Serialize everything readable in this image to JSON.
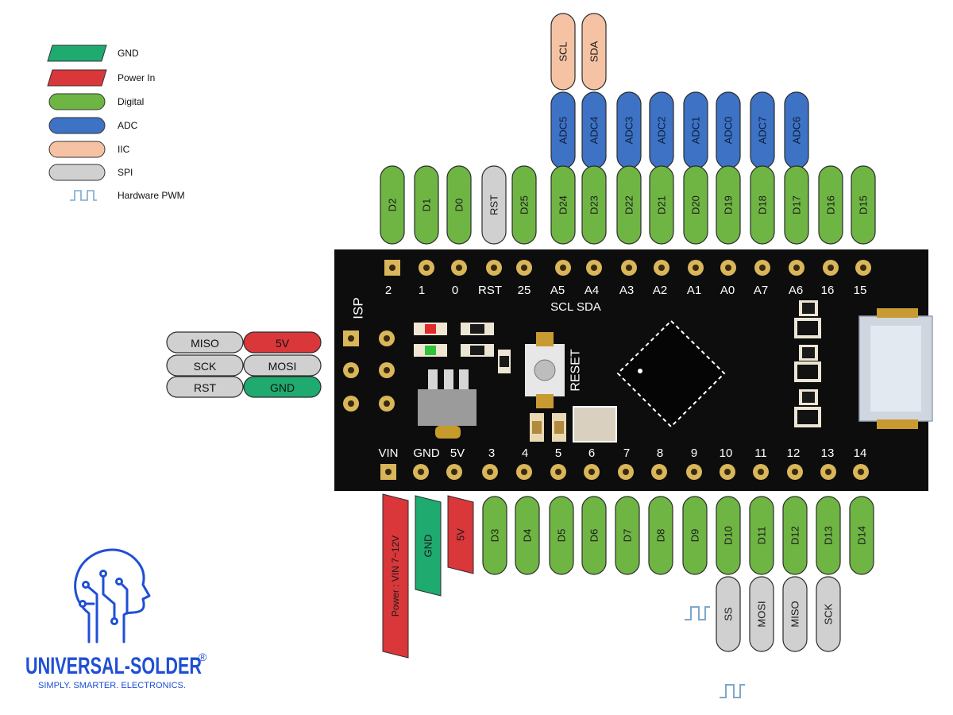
{
  "legend": {
    "items": [
      {
        "key": "gnd",
        "label": "GND"
      },
      {
        "key": "power",
        "label": "Power In"
      },
      {
        "key": "digital",
        "label": "Digital"
      },
      {
        "key": "adc",
        "label": "ADC"
      },
      {
        "key": "iic",
        "label": "IIC"
      },
      {
        "key": "spi",
        "label": "SPI"
      },
      {
        "key": "pwm",
        "label": "Hardware PWM"
      }
    ]
  },
  "colors": {
    "gnd": "#1faa6f",
    "power": "#d9373a",
    "digital": "#6fb544",
    "adc": "#3d72c4",
    "iic": "#f5c3a3",
    "spi": "#d0d0d0",
    "pwm": "#7fa8c9",
    "board": "#0d0d0d",
    "pad": "#d9b65a",
    "silk": "#ffffff"
  },
  "top": {
    "iic_tags": [
      "SCL",
      "SDA"
    ],
    "adc_tags": [
      "ADC5",
      "ADC4",
      "ADC3",
      "ADC2",
      "ADC1",
      "ADC0",
      "ADC7",
      "ADC6"
    ],
    "pin_tags": [
      {
        "text": "D2",
        "type": "digital"
      },
      {
        "text": "D1",
        "type": "digital"
      },
      {
        "text": "D0",
        "type": "digital"
      },
      {
        "text": "RST",
        "type": "spi"
      },
      {
        "text": "D25",
        "type": "digital"
      },
      {
        "text": "D24",
        "type": "digital"
      },
      {
        "text": "D23",
        "type": "digital"
      },
      {
        "text": "D22",
        "type": "digital"
      },
      {
        "text": "D21",
        "type": "digital"
      },
      {
        "text": "D20",
        "type": "digital"
      },
      {
        "text": "D19",
        "type": "digital"
      },
      {
        "text": "D18",
        "type": "digital"
      },
      {
        "text": "D17",
        "type": "digital"
      },
      {
        "text": "D16",
        "type": "digital"
      },
      {
        "text": "D15",
        "type": "digital"
      }
    ],
    "silk_labels": [
      "2",
      "1",
      "0",
      "RST",
      "25",
      "A5",
      "A4",
      "A3",
      "A2",
      "A1",
      "A0",
      "A7",
      "A6",
      "16",
      "15"
    ],
    "silk_sub": "SCL SDA"
  },
  "isp": {
    "title": "ISP",
    "rows": [
      {
        "left": "MISO",
        "left_type": "spi",
        "right": "5V",
        "right_type": "power"
      },
      {
        "left": "SCK",
        "left_type": "spi",
        "right": "MOSI",
        "right_type": "spi"
      },
      {
        "left": "RST",
        "left_type": "spi",
        "right": "GND",
        "right_type": "gnd"
      }
    ]
  },
  "board": {
    "reset_label": "RESET"
  },
  "bottom": {
    "silk_labels": [
      "VIN",
      "GND",
      "5V",
      "3",
      "4",
      "5",
      "6",
      "7",
      "8",
      "9",
      "10",
      "11",
      "12",
      "13",
      "14"
    ],
    "power_tags": [
      {
        "text": "Power : VIN  7~12V",
        "type": "power"
      },
      {
        "text": "GND",
        "type": "gnd"
      },
      {
        "text": "5V",
        "type": "power"
      }
    ],
    "pin_tags": [
      {
        "text": "D3",
        "type": "digital"
      },
      {
        "text": "D4",
        "type": "digital"
      },
      {
        "text": "D5",
        "type": "digital"
      },
      {
        "text": "D6",
        "type": "digital"
      },
      {
        "text": "D7",
        "type": "digital"
      },
      {
        "text": "D8",
        "type": "digital"
      },
      {
        "text": "D9",
        "type": "digital"
      },
      {
        "text": "D10",
        "type": "digital"
      },
      {
        "text": "D11",
        "type": "digital"
      },
      {
        "text": "D12",
        "type": "digital"
      },
      {
        "text": "D13",
        "type": "digital"
      },
      {
        "text": "D14",
        "type": "digital"
      }
    ],
    "spi_tags": [
      "SS",
      "MOSI",
      "MISO",
      "SCK"
    ]
  },
  "brand": {
    "name": "UNIVERSAL-SOLDER",
    "registered": "®",
    "tagline": "SIMPLY. SMARTER. ELECTRONICS.",
    "logo_icon": "head-circuit-icon",
    "color": "#1f4fd6"
  }
}
